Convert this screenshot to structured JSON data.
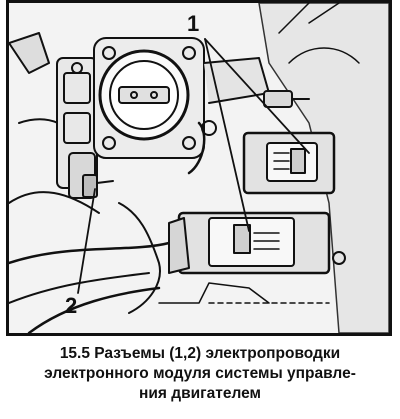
{
  "figure": {
    "callout_1": "1",
    "callout_2": "2"
  },
  "caption": {
    "lines": [
      "15.5 Разъемы (1,2) электропроводки",
      "электронного модуля системы управле-",
      "ния двигателем"
    ]
  },
  "colors": {
    "ink": "#111111",
    "background": "#f3f3f3",
    "border": "#111111"
  }
}
